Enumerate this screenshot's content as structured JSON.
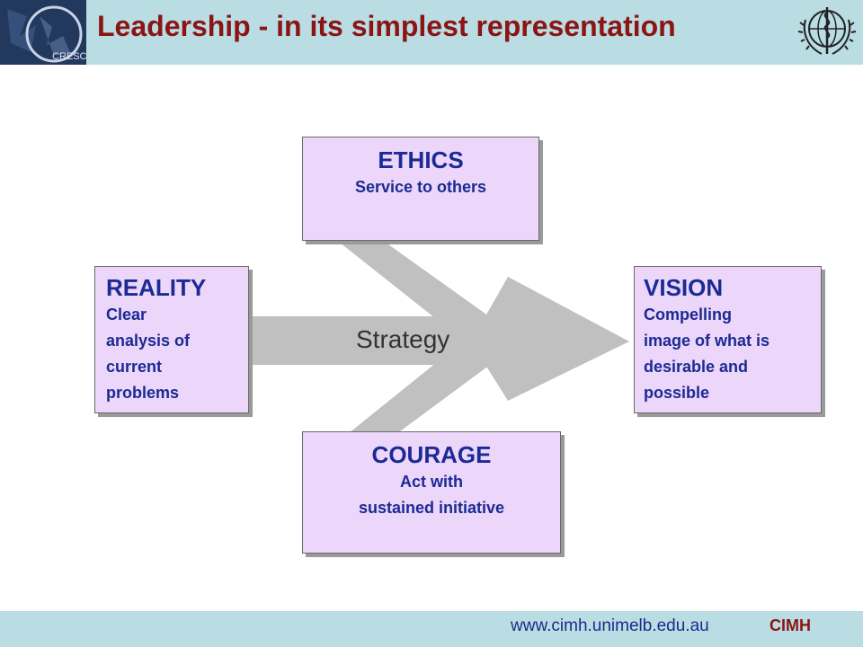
{
  "header": {
    "title": "Leadership - in its simplest representation",
    "logo_left_text": "CRESCAT",
    "logo_right_icon": "who-emblem-icon"
  },
  "diagram": {
    "center_label": "Strategy",
    "nodes": {
      "ethics": {
        "title": "ETHICS",
        "description": "Service to others"
      },
      "reality": {
        "title": "REALITY",
        "description_lines": [
          "Clear",
          "analysis of",
          "current",
          "problems"
        ]
      },
      "vision": {
        "title": "VISION",
        "description_lines": [
          "Compelling",
          "image of what is",
          "desirable and",
          "possible"
        ]
      },
      "courage": {
        "title": "COURAGE",
        "description_lines": [
          "Act with",
          "sustained initiative"
        ]
      }
    },
    "colors": {
      "box_fill": "#ecd6fa",
      "text": "#1b2a94",
      "arrow": "#c0c0c0",
      "title": "#8b1414"
    }
  },
  "footer": {
    "url": "www.cimh.unimelb.edu.au",
    "brand": "CIMH"
  }
}
